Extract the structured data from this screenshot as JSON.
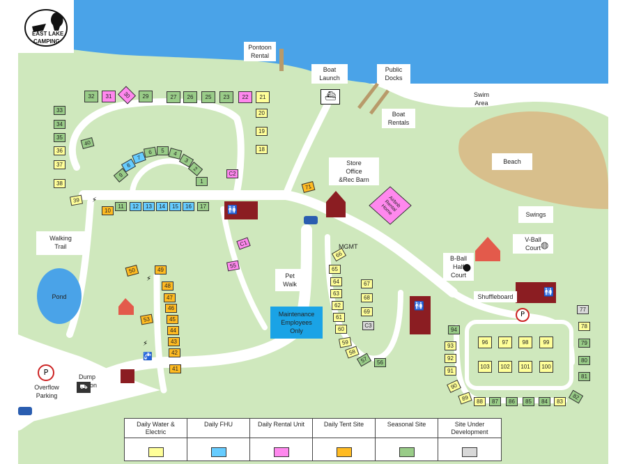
{
  "map": {
    "logo": {
      "text_top": "EAST LAKE",
      "text_bottom": "CAMPING"
    },
    "labels": {
      "pontoon": "Pontoon\nRental",
      "boat_launch": "Boat\nLaunch",
      "public_docks": "Public\nDocks",
      "boat_rentals": "Boat\nRentals",
      "swim_area": "Swim\nArea",
      "beach": "Beach",
      "store": "Store\nOffice\n&Rec Barn",
      "airbnb": "Airbnb\nRental\nHome",
      "swings": "Swings",
      "vball": "V-Ball\nCourt",
      "bball": "B-Ball\nHalf\nCourt",
      "shuffleboard": "Shuffleboard",
      "walking_trail": "Walking\nTrail",
      "pond": "Pond",
      "pet_walk": "Pet\nWalk",
      "maintenance": "Maintenance\nEmployees\nOnly",
      "mgmt": "MGMT",
      "dump_station": "Dump Station",
      "overflow": "Overflow\nParking",
      "parking_symbol": "P"
    },
    "sites": [
      {
        "n": "32",
        "t": "seas"
      },
      {
        "n": "31",
        "t": "rent"
      },
      {
        "n": "30",
        "t": "rent"
      },
      {
        "n": "29",
        "t": "seas"
      },
      {
        "n": "27",
        "t": "seas"
      },
      {
        "n": "26",
        "t": "seas"
      },
      {
        "n": "25",
        "t": "seas"
      },
      {
        "n": "23",
        "t": "seas"
      },
      {
        "n": "22",
        "t": "rent"
      },
      {
        "n": "21",
        "t": "we"
      },
      {
        "n": "20",
        "t": "we"
      },
      {
        "n": "19",
        "t": "we"
      },
      {
        "n": "18",
        "t": "we"
      },
      {
        "n": "33",
        "t": "seas"
      },
      {
        "n": "34",
        "t": "seas"
      },
      {
        "n": "35",
        "t": "seas"
      },
      {
        "n": "36",
        "t": "we"
      },
      {
        "n": "37",
        "t": "we"
      },
      {
        "n": "38",
        "t": "we"
      },
      {
        "n": "39",
        "t": "we"
      },
      {
        "n": "40",
        "t": "seas"
      },
      {
        "n": "9",
        "t": "seas"
      },
      {
        "n": "8",
        "t": "fhu"
      },
      {
        "n": "7",
        "t": "fhu"
      },
      {
        "n": "6",
        "t": "seas"
      },
      {
        "n": "5",
        "t": "seas"
      },
      {
        "n": "4",
        "t": "seas"
      },
      {
        "n": "3",
        "t": "seas"
      },
      {
        "n": "2",
        "t": "seas"
      },
      {
        "n": "1",
        "t": "seas"
      },
      {
        "n": "C2",
        "t": "rent"
      },
      {
        "n": "10",
        "t": "tent"
      },
      {
        "n": "11",
        "t": "seas"
      },
      {
        "n": "12",
        "t": "fhu"
      },
      {
        "n": "13",
        "t": "fhu"
      },
      {
        "n": "14",
        "t": "fhu"
      },
      {
        "n": "15",
        "t": "fhu"
      },
      {
        "n": "16",
        "t": "fhu"
      },
      {
        "n": "17",
        "t": "seas"
      },
      {
        "n": "71",
        "t": "tent"
      },
      {
        "n": "C1",
        "t": "rent"
      },
      {
        "n": "55",
        "t": "rent"
      },
      {
        "n": "50",
        "t": "tent"
      },
      {
        "n": "49",
        "t": "tent"
      },
      {
        "n": "48",
        "t": "tent"
      },
      {
        "n": "47",
        "t": "tent"
      },
      {
        "n": "46",
        "t": "tent"
      },
      {
        "n": "45",
        "t": "tent"
      },
      {
        "n": "44",
        "t": "tent"
      },
      {
        "n": "43",
        "t": "tent"
      },
      {
        "n": "42",
        "t": "tent"
      },
      {
        "n": "41",
        "t": "tent"
      },
      {
        "n": "53",
        "t": "tent"
      },
      {
        "n": "66",
        "t": "we"
      },
      {
        "n": "65",
        "t": "we"
      },
      {
        "n": "64",
        "t": "we"
      },
      {
        "n": "63",
        "t": "we"
      },
      {
        "n": "62",
        "t": "we"
      },
      {
        "n": "61",
        "t": "we"
      },
      {
        "n": "60",
        "t": "we"
      },
      {
        "n": "59",
        "t": "we"
      },
      {
        "n": "58",
        "t": "we"
      },
      {
        "n": "57",
        "t": "seas"
      },
      {
        "n": "56",
        "t": "seas"
      },
      {
        "n": "67",
        "t": "we"
      },
      {
        "n": "68",
        "t": "we"
      },
      {
        "n": "69",
        "t": "we"
      },
      {
        "n": "C3",
        "t": "dev"
      },
      {
        "n": "94",
        "t": "seas"
      },
      {
        "n": "93",
        "t": "we"
      },
      {
        "n": "92",
        "t": "we"
      },
      {
        "n": "91",
        "t": "we"
      },
      {
        "n": "90",
        "t": "we"
      },
      {
        "n": "89",
        "t": "we"
      },
      {
        "n": "88",
        "t": "we"
      },
      {
        "n": "87",
        "t": "seas"
      },
      {
        "n": "86",
        "t": "seas"
      },
      {
        "n": "85",
        "t": "seas"
      },
      {
        "n": "84",
        "t": "seas"
      },
      {
        "n": "83",
        "t": "we"
      },
      {
        "n": "82",
        "t": "seas"
      },
      {
        "n": "77",
        "t": "dev"
      },
      {
        "n": "78",
        "t": "we"
      },
      {
        "n": "79",
        "t": "seas"
      },
      {
        "n": "80",
        "t": "seas"
      },
      {
        "n": "81",
        "t": "seas"
      },
      {
        "n": "96",
        "t": "we"
      },
      {
        "n": "97",
        "t": "we"
      },
      {
        "n": "98",
        "t": "we"
      },
      {
        "n": "99",
        "t": "we"
      },
      {
        "n": "103",
        "t": "we"
      },
      {
        "n": "102",
        "t": "we"
      },
      {
        "n": "101",
        "t": "we"
      },
      {
        "n": "100",
        "t": "we"
      }
    ]
  },
  "legend": {
    "items": [
      {
        "label": "Daily Water &\nElectric",
        "color": "#ffff99"
      },
      {
        "label": "Daily FHU",
        "color": "#66ccff"
      },
      {
        "label": "Daily Rental Unit",
        "color": "#ff88ee"
      },
      {
        "label": "Daily Tent Site",
        "color": "#ffbb22"
      },
      {
        "label": "Seasonal Site",
        "color": "#99cc88"
      },
      {
        "label": "Site Under\nDevelopment",
        "color": "#d8d8d8"
      }
    ]
  },
  "colors": {
    "lake": "#4aa3e8",
    "grass": "#cfe8bd",
    "road": "#ffffff",
    "sand": "#d8bf8c",
    "building": "#8b1d22"
  }
}
